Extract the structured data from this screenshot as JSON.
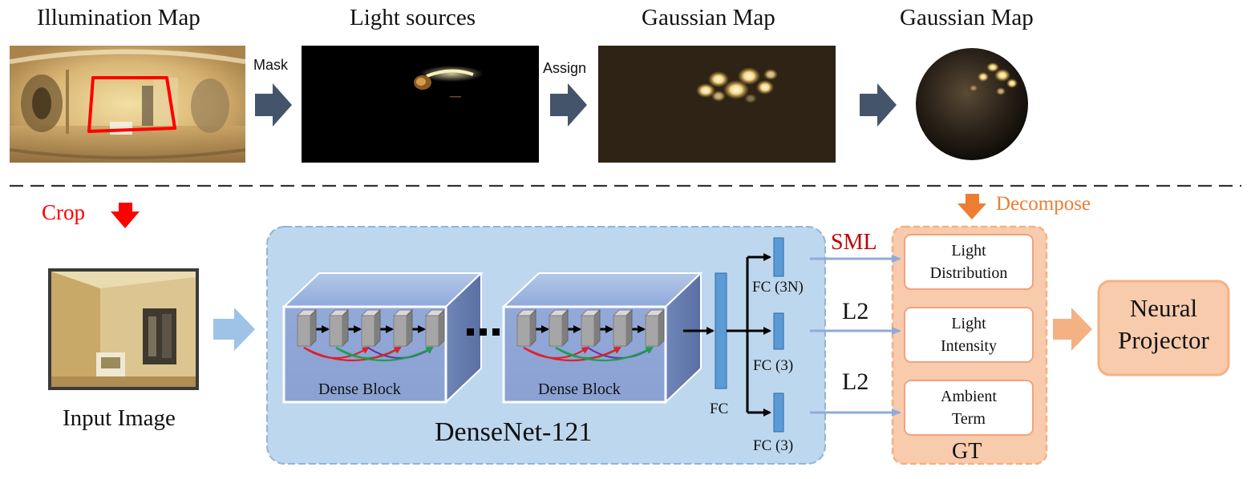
{
  "top_row": {
    "illumination_map": "Illumination Map",
    "light_sources": "Light sources",
    "gaussian_map_1": "Gaussian Map",
    "gaussian_map_2": "Gaussian Map",
    "mask_label": "Mask",
    "assign_label": "Assign"
  },
  "bottom_row": {
    "crop_label": "Crop",
    "input_image_label": "Input Image",
    "dense_block_1": "Dense Block",
    "dense_block_2": "Dense Block",
    "densenet_label": "DenseNet-121",
    "fc_label": "FC",
    "fc_3n": "FC (3N)",
    "fc_3a": "FC (3)",
    "fc_3b": "FC (3)",
    "sml_label": "SML",
    "l2_label_1": "L2",
    "l2_label_2": "L2",
    "decompose_label": "Decompose",
    "gt_label": "GT",
    "gt_items": [
      {
        "line1": "Light",
        "line2": "Distribution"
      },
      {
        "line1": "Light",
        "line2": "Intensity"
      },
      {
        "line1": "Ambient",
        "line2": "Term"
      }
    ],
    "projector": {
      "line1": "Neural",
      "line2": "Projector"
    }
  },
  "colors": {
    "dark_arrow": "#44546a",
    "crop_red": "#ff0000",
    "sml_red": "#c00000",
    "decompose_orange": "#ed7d31",
    "densenet_bg": "#bdd7ee",
    "gt_bg": "#f8cbad",
    "fc_blue": "#5b9bd5"
  }
}
